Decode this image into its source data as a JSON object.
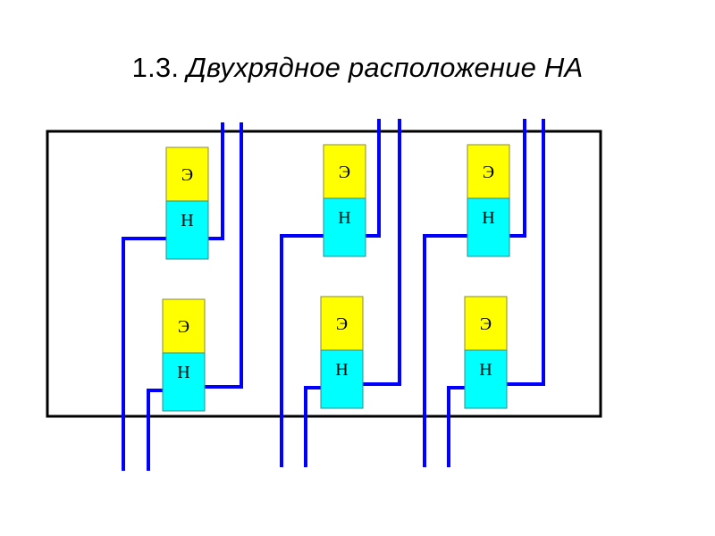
{
  "title": {
    "number": "1.3.",
    "text": "Двухрядное расположение НА"
  },
  "colors": {
    "engine": "#ffff00",
    "pump": "#00ffff",
    "pipe": "#0000ff",
    "frame": "#000000"
  },
  "units": [
    {
      "row": "top",
      "column": 1,
      "engine_label": "Э",
      "pump_label": "Н"
    },
    {
      "row": "bottom",
      "column": 1,
      "engine_label": "Э",
      "pump_label": "Н"
    },
    {
      "row": "top",
      "column": 2,
      "engine_label": "Э",
      "pump_label": "Н"
    },
    {
      "row": "bottom",
      "column": 2,
      "engine_label": "Э",
      "pump_label": "Н"
    },
    {
      "row": "top",
      "column": 3,
      "engine_label": "Э",
      "pump_label": "Н"
    },
    {
      "row": "bottom",
      "column": 3,
      "engine_label": "Э",
      "pump_label": "Н"
    }
  ]
}
